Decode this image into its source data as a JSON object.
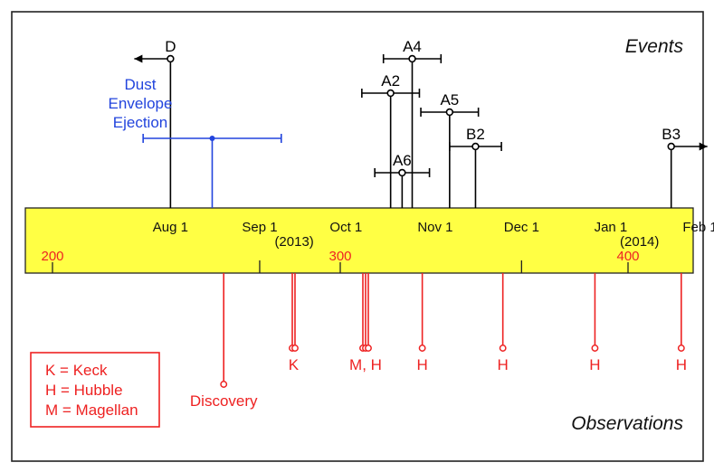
{
  "corner_labels": {
    "top": "Events",
    "bottom": "Observations"
  },
  "colors": {
    "band": "#ffff44",
    "events": "#000000",
    "dust": "#2244dd",
    "obs": "#ee2222"
  },
  "axis": {
    "month_labels": [
      {
        "text": "Aug 1",
        "day": 241
      },
      {
        "text": "Sep 1",
        "day": 272
      },
      {
        "text": "Oct 1",
        "day": 302
      },
      {
        "text": "Nov 1",
        "day": 333
      },
      {
        "text": "Dec 1",
        "day": 363
      },
      {
        "text": "Jan 1",
        "day": 394
      },
      {
        "text": "Feb 1",
        "day": 425
      }
    ],
    "year_labels": [
      {
        "text": "(2013)",
        "day": 284
      },
      {
        "text": "(2014)",
        "day": 404
      }
    ],
    "number_labels": [
      {
        "text": "200",
        "day": 200
      },
      {
        "text": "300",
        "day": 300
      },
      {
        "text": "400",
        "day": 400
      }
    ],
    "month_ticks": [
      272,
      363
    ],
    "number_ticks": [
      200,
      300,
      400
    ]
  },
  "events": [
    {
      "id": "D",
      "label": "D",
      "day": 241,
      "level": 1,
      "arrow": "left"
    },
    {
      "id": "A4",
      "label": "A4",
      "day": 325,
      "level": 1,
      "err": 10
    },
    {
      "id": "A2",
      "label": "A2",
      "day": 317.5,
      "level": 2,
      "err": 10
    },
    {
      "id": "A5",
      "label": "A5",
      "day": 338,
      "level": 3,
      "err": 10
    },
    {
      "id": "B2",
      "label": "B2",
      "day": 347,
      "level": 4,
      "err": 9
    },
    {
      "id": "B3",
      "label": "B3",
      "day": 415,
      "level": 4,
      "arrow": "right"
    },
    {
      "id": "A6",
      "label": "A6",
      "day": 321.5,
      "level": 5,
      "err": 9.5
    }
  ],
  "dust": {
    "lines": [
      "Dust",
      "Envelope",
      "Ejection"
    ],
    "day": 255.5,
    "err": 24
  },
  "observations": [
    {
      "day": 259.5,
      "count": 1,
      "label": "Discovery",
      "deep": true
    },
    {
      "day": 283.8,
      "count": 2,
      "label": "K"
    },
    {
      "day": 308.8,
      "count": 3,
      "label": "M, H"
    },
    {
      "day": 328.5,
      "count": 1,
      "label": "H"
    },
    {
      "day": 356.5,
      "count": 1,
      "label": "H"
    },
    {
      "day": 388.5,
      "count": 1,
      "label": "H"
    },
    {
      "day": 418.5,
      "count": 1,
      "label": "H"
    }
  ],
  "legend": [
    "K = Keck",
    "H = Hubble",
    "M = Magellan"
  ]
}
